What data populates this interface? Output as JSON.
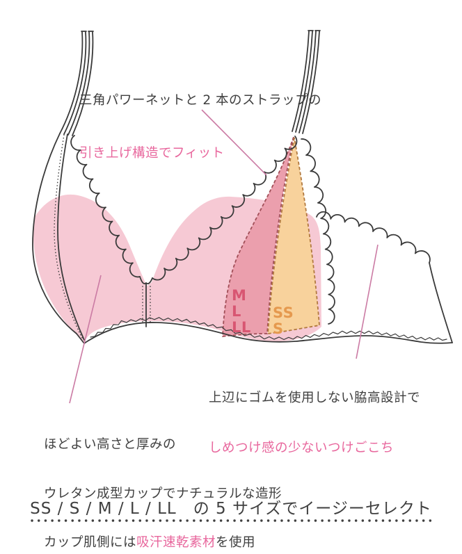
{
  "annotations": {
    "strap_feature": {
      "line1": "三角パワーネットと 2 本のストラップの",
      "line2": "引き上げ構造でフィット"
    },
    "side_feature": {
      "line1": "上辺にゴムを使用しない脇高設計で",
      "line2": "しめつけ感の少ないつけごこち"
    },
    "cup_feature": {
      "line1": "ほどよい高さと厚みの",
      "line2": "ウレタン成型カップでナチュラルな造形",
      "line3_before": "カップ肌側には",
      "line3_highlight": "吸汗速乾素材",
      "line3_after": "を使用"
    }
  },
  "size_labels": {
    "rose": [
      "M",
      "L",
      "LL"
    ],
    "orange": [
      "SS",
      "S"
    ]
  },
  "footer": {
    "sizes_text": "SS / S / M / L / LL　の 5 サイズでイージーセレクト"
  },
  "colors": {
    "outline": "#3a3a3a",
    "cup_pink": "#f6c9d4",
    "rose": "#eb9fad",
    "rose_border": "#a14f58",
    "rose_text": "#d85672",
    "orange": "#f8d29c",
    "orange_border": "#b1793f",
    "orange_text": "#e5994e",
    "pink_text": "#e8679d",
    "annotation_line": "#cb7ba4",
    "text": "#3f3f3f"
  }
}
